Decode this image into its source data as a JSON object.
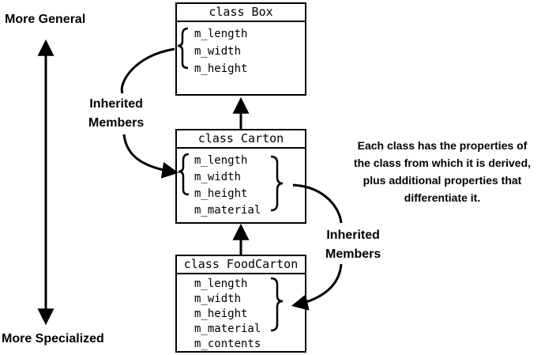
{
  "scale": {
    "top_label": "More General",
    "bottom_label": "More Specialized"
  },
  "classes": [
    {
      "title": "class Box",
      "members": [
        "m_length",
        "m_width",
        "m_height"
      ]
    },
    {
      "title": "class Carton",
      "members": [
        "m_length",
        "m_width",
        "m_height",
        "m_material"
      ]
    },
    {
      "title": "class FoodCarton",
      "members": [
        "m_length",
        "m_width",
        "m_height",
        "m_material",
        "m_contents"
      ]
    }
  ],
  "inherited_label_1": {
    "line1": "Inherited",
    "line2": "Members"
  },
  "inherited_label_2": {
    "line1": "Inherited",
    "line2": "Members"
  },
  "note": {
    "line1": "Each class has the properties of",
    "line2": "the class from which it is derived,",
    "line3": "plus additional properties that",
    "line4": "differentiate it."
  }
}
